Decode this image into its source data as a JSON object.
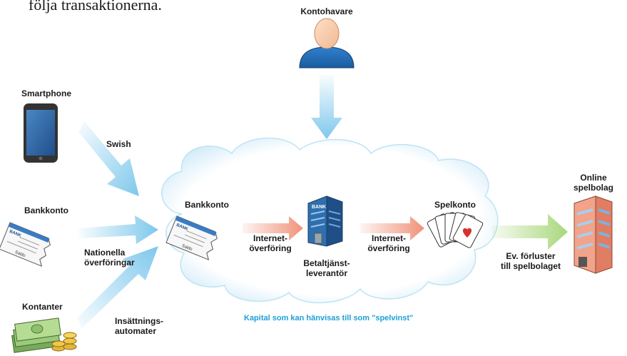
{
  "heading": "följa transaktionerna.",
  "nodes": {
    "account_holder": "Kontohavare",
    "smartphone": "Smartphone",
    "bank_account_left": "Bankkonto",
    "cash": "Kontanter",
    "bank_account_cloud": "Bankkonto",
    "payment_provider": "Betaltjänst-\nleverantör",
    "gaming_account": "Spelkonto",
    "online_gaming_company": "Online\nspelbolag"
  },
  "edges": {
    "swish": "Swish",
    "national_transfers": "Nationella\növerföringar",
    "deposit_machines": "Insättnings-\nautomater",
    "internet_transfer_1": "Internet-\növerföring",
    "internet_transfer_2": "Internet-\növerföring",
    "losses": "Ev. förluster\ntill spelbolaget"
  },
  "cloud_caption": "Kapital som kan hänvisas till som \"spelvinst\"",
  "icon_text": {
    "bank_doc": "BANK",
    "saldo": "Saldo",
    "bank_building": "BANK"
  },
  "colors": {
    "blue_arrow": "#7ec8ec",
    "red_arrow": "#f0937a",
    "green_arrow": "#a9d77c",
    "caption": "#1ea0d8"
  }
}
